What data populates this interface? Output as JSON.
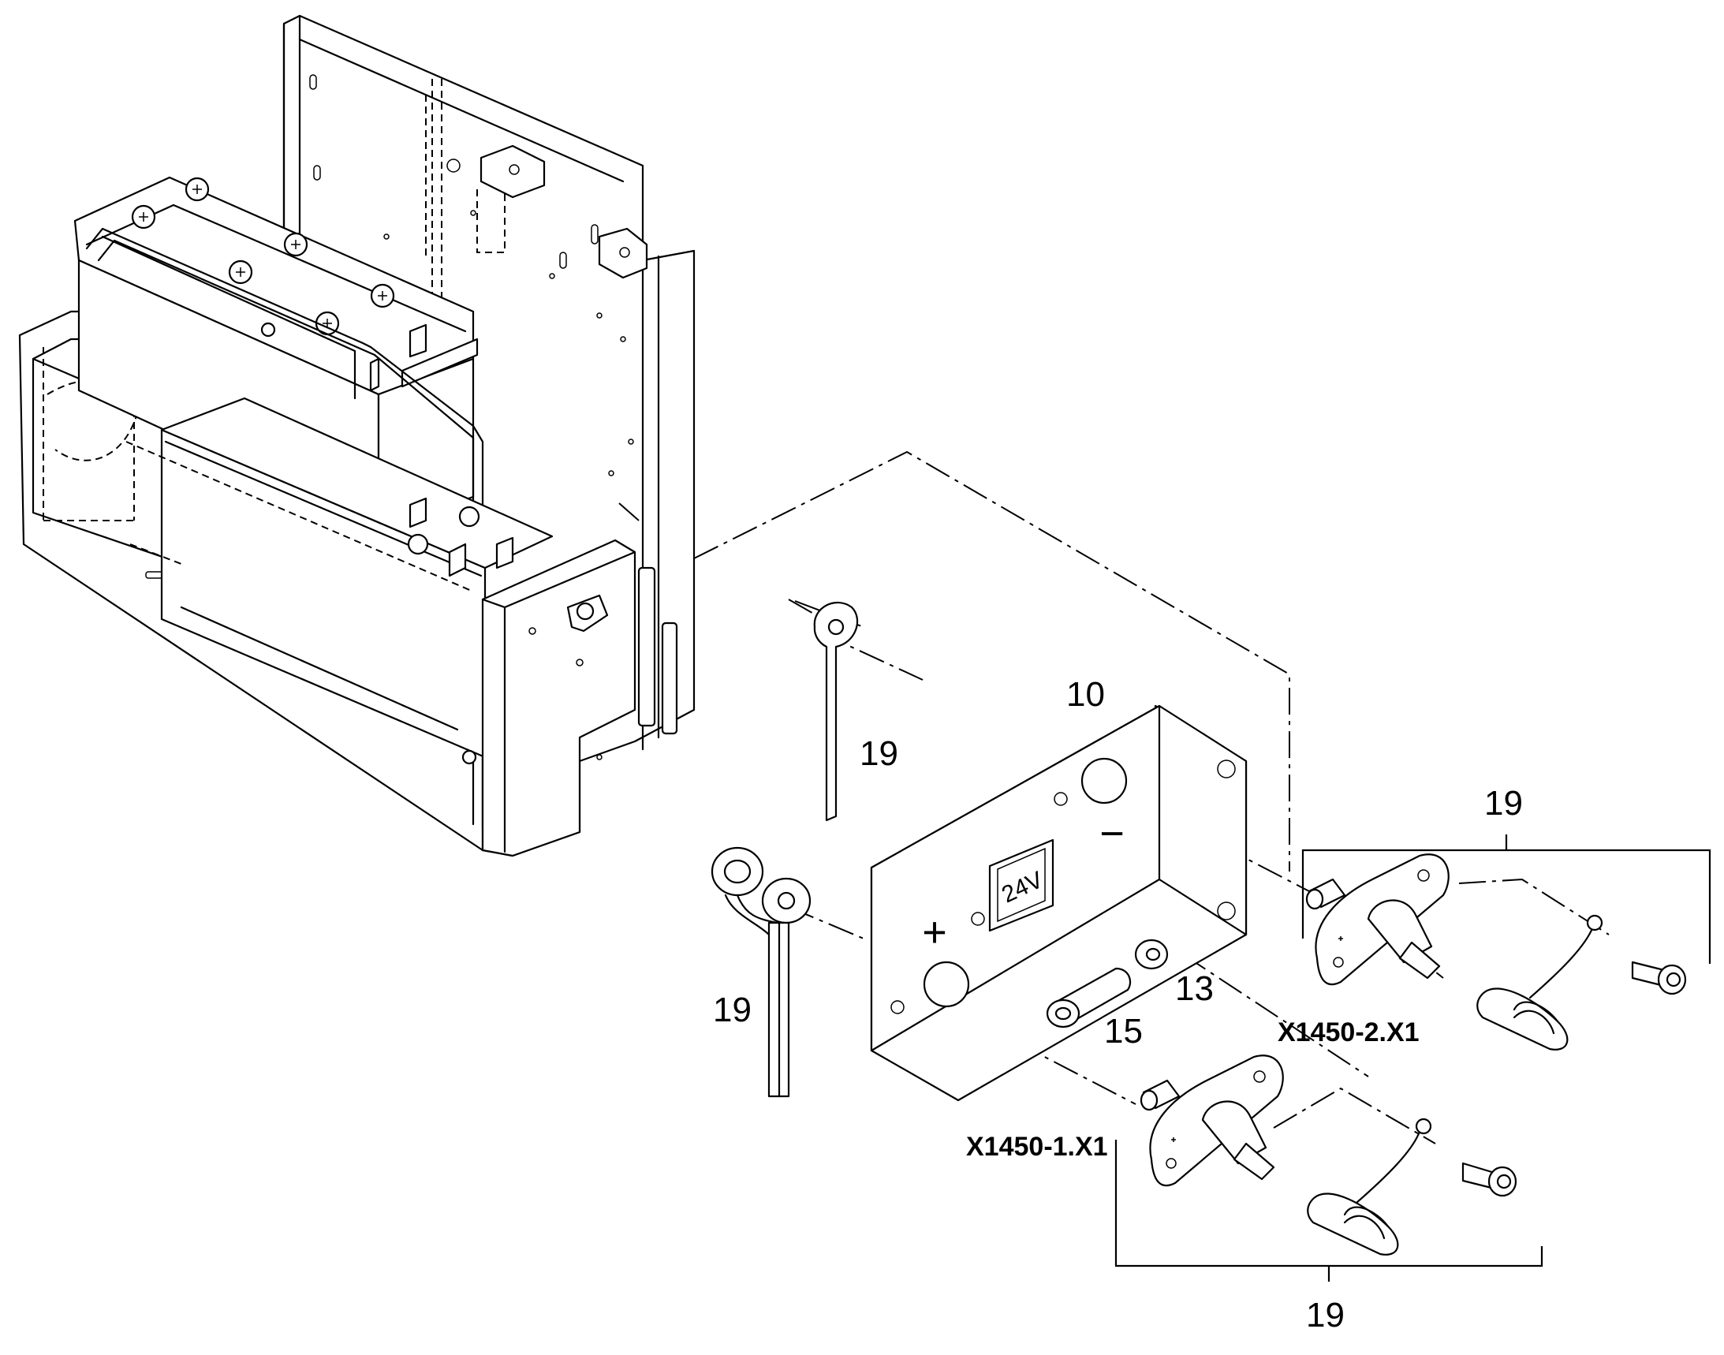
{
  "panel_marking": {
    "voltage": "24V",
    "plus": "+",
    "minus": "−"
  },
  "callouts": {
    "panel": "10",
    "washer": "13",
    "bolt": "15",
    "cable_upper": "19",
    "cable_lower": "19",
    "kit_right": "19",
    "kit_bottom": "19",
    "socket_2": "X1450-2.X1",
    "socket_1": "X1450-1.X1"
  }
}
